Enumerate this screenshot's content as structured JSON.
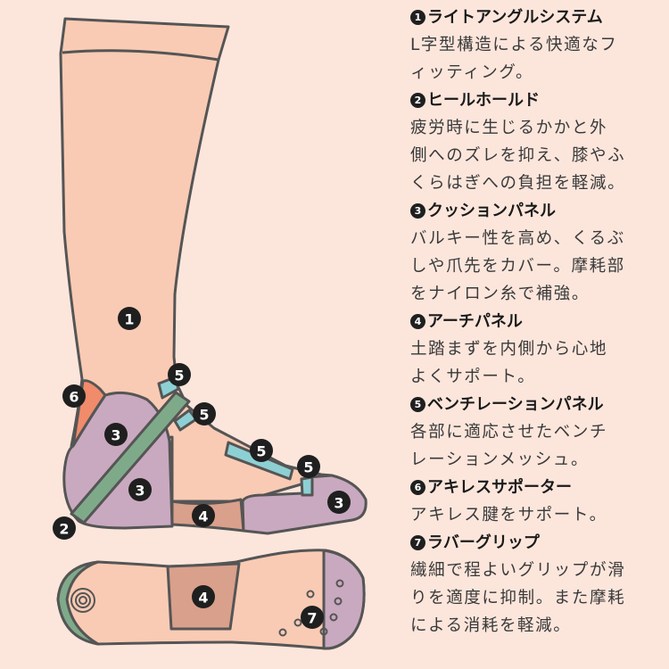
{
  "colors": {
    "background": "#fce6dc",
    "sock": "#f9cbb4",
    "cushion": "#c9a9bf",
    "heel_strap": "#7faa8a",
    "achilles": "#f08b6b",
    "ventilation": "#8dd0d4",
    "arch": "#d9a08c",
    "outline": "#555555"
  },
  "badges": {
    "b1": "1",
    "b2": "2",
    "b3a": "3",
    "b3b": "3",
    "b3c": "3",
    "b4a": "4",
    "b4b": "4",
    "b5a": "5",
    "b5b": "5",
    "b5c": "5",
    "b5d": "5",
    "b6": "6",
    "b7": "7"
  },
  "legend": [
    {
      "num": "1",
      "title": "ライトアングルシステム",
      "lines": [
        "L字型構造による快適なフ",
        "ィッティング。"
      ]
    },
    {
      "num": "2",
      "title": "ヒールホールド",
      "lines": [
        "疲労時に生じるかかと外",
        "側へのズレを抑え、膝やふ",
        "くらはぎへの負担を軽減。"
      ]
    },
    {
      "num": "3",
      "title": "クッションパネル",
      "lines": [
        "バルキー性を高め、くるぶ",
        "しや爪先をカバー。摩耗部",
        "をナイロン糸で補強。"
      ]
    },
    {
      "num": "4",
      "title": "アーチパネル",
      "lines": [
        "土踏まずを内側から心地",
        "よくサポート。"
      ]
    },
    {
      "num": "5",
      "title": "ベンチレーションパネル",
      "lines": [
        "各部に適応させたベンチ",
        "レーションメッシュ。"
      ]
    },
    {
      "num": "6",
      "title": "アキレスサポーター",
      "lines": [
        "アキレス腱をサポート。"
      ]
    },
    {
      "num": "7",
      "title": "ラバーグリップ",
      "lines": [
        "繊細で程よいグリップが滑",
        "りを適度に抑制。また摩耗",
        "による消耗を軽減。"
      ]
    }
  ]
}
